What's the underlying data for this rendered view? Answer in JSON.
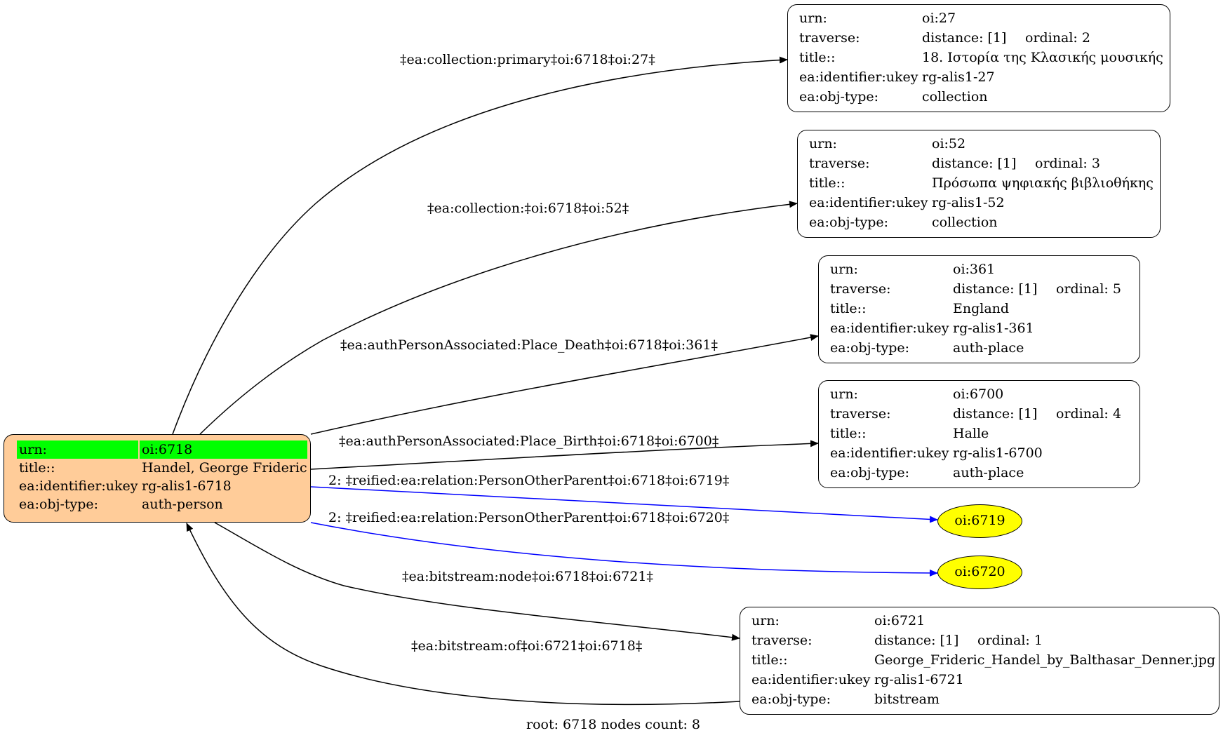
{
  "root_node": {
    "urn_key": "urn:",
    "urn": "oi:6718",
    "title_key": "title::",
    "title": "Handel, George Frideric",
    "ukey_key": "ea:identifier:ukey",
    "ukey": "rg-alis1-6718",
    "type_key": "ea:obj-type:",
    "type": "auth-person"
  },
  "target_nodes": [
    {
      "urn_key": "urn:",
      "urn": "oi:27",
      "traverse_key": "traverse:",
      "distance": "distance: [1]",
      "ordinal": "ordinal: 2",
      "title_key": "title::",
      "title": "18. Ιστορία της Κλασικής μουσικής",
      "ukey_key": "ea:identifier:ukey",
      "ukey": "rg-alis1-27",
      "type_key": "ea:obj-type:",
      "type": "collection"
    },
    {
      "urn_key": "urn:",
      "urn": "oi:52",
      "traverse_key": "traverse:",
      "distance": "distance: [1]",
      "ordinal": "ordinal: 3",
      "title_key": "title::",
      "title": "Πρόσωπα ψηφιακής βιβλιοθήκης",
      "ukey_key": "ea:identifier:ukey",
      "ukey": "rg-alis1-52",
      "type_key": "ea:obj-type:",
      "type": "collection"
    },
    {
      "urn_key": "urn:",
      "urn": "oi:361",
      "traverse_key": "traverse:",
      "distance": "distance: [1]",
      "ordinal": "ordinal: 5",
      "title_key": "title::",
      "title": "England",
      "ukey_key": "ea:identifier:ukey",
      "ukey": "rg-alis1-361",
      "type_key": "ea:obj-type:",
      "type": "auth-place"
    },
    {
      "urn_key": "urn:",
      "urn": "oi:6700",
      "traverse_key": "traverse:",
      "distance": "distance: [1]",
      "ordinal": "ordinal: 4",
      "title_key": "title::",
      "title": "Halle",
      "ukey_key": "ea:identifier:ukey",
      "ukey": "rg-alis1-6700",
      "type_key": "ea:obj-type:",
      "type": "auth-place"
    },
    {
      "urn_key": "urn:",
      "urn": "oi:6721",
      "traverse_key": "traverse:",
      "distance": "distance: [1]",
      "ordinal": "ordinal: 1",
      "title_key": "title::",
      "title": "George_Frideric_Handel_by_Balthasar_Denner.jpg",
      "ukey_key": "ea:identifier:ukey",
      "ukey": "rg-alis1-6721",
      "type_key": "ea:obj-type:",
      "type": "bitstream"
    }
  ],
  "ellipse_nodes": [
    {
      "label": "oi:6719",
      "fill": "#ffff00"
    },
    {
      "label": "oi:6720",
      "fill": "#ffff00"
    }
  ],
  "edges": [
    {
      "label": "‡ea:collection:primary‡oi:6718‡oi:27‡",
      "color": "#000000"
    },
    {
      "label": "‡ea:collection:‡oi:6718‡oi:52‡",
      "color": "#000000"
    },
    {
      "label": "‡ea:authPersonAssociated:Place_Death‡oi:6718‡oi:361‡",
      "color": "#000000"
    },
    {
      "label": "‡ea:authPersonAssociated:Place_Birth‡oi:6718‡oi:6700‡",
      "color": "#000000"
    },
    {
      "label": "2: ‡reified:ea:relation:PersonOtherParent‡oi:6718‡oi:6719‡",
      "color": "#0000ff"
    },
    {
      "label": "2: ‡reified:ea:relation:PersonOtherParent‡oi:6718‡oi:6720‡",
      "color": "#0000ff"
    },
    {
      "label": "‡ea:bitstream:node‡oi:6718‡oi:6721‡",
      "color": "#000000"
    },
    {
      "label": "‡ea:bitstream:of‡oi:6721‡oi:6718‡",
      "color": "#000000"
    }
  ],
  "footer": "root: 6718 nodes count: 8",
  "colors": {
    "root_fill": "#ffcc99",
    "highlight": "#00ff00",
    "blue_edge": "#0000ff"
  }
}
